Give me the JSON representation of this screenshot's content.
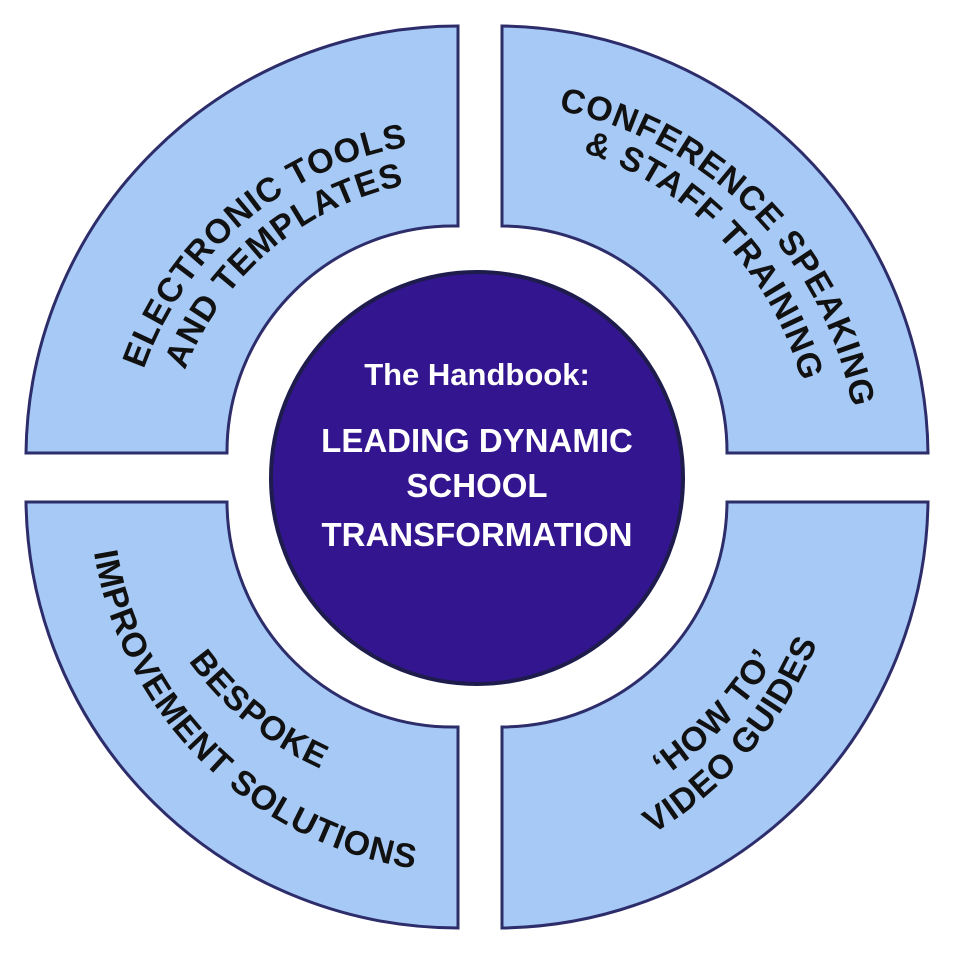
{
  "hub": {
    "subtitle": "The Handbook:",
    "title_lines": [
      "LEADING DYNAMIC",
      "SCHOOL",
      "TRANSFORMATION"
    ]
  },
  "quadrants": {
    "top_left": {
      "lines": [
        "ELECTRONIC TOOLS",
        "AND TEMPLATES"
      ]
    },
    "top_right": {
      "lines": [
        "CONFERENCE SPEAKING",
        "& STAFF TRAINING"
      ]
    },
    "bottom_left": {
      "lines": [
        "BESPOKE",
        "IMPROVEMENT SOLUTIONS"
      ]
    },
    "bottom_right": {
      "lines": [
        "‘HOW TO’",
        "VIDEO GUIDES"
      ]
    }
  },
  "colors": {
    "quadrant_fill": "#a6c9f5",
    "outline": "#2d2d6b",
    "hub_fill": "#33168f",
    "hub_text": "#ffffff",
    "label_text": "#111111"
  }
}
